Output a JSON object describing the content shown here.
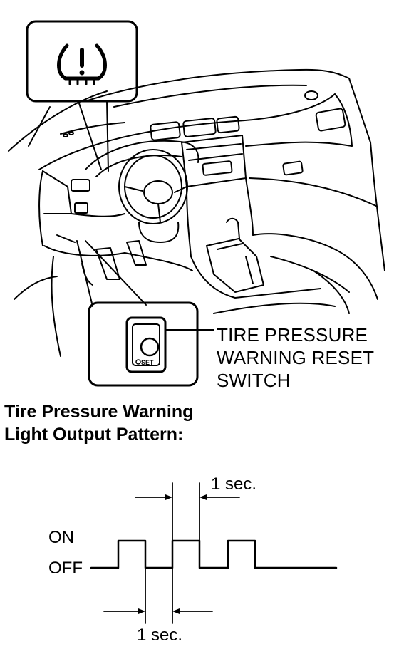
{
  "callout": {
    "switch_label_lines": [
      "TIRE PRESSURE",
      "WARNING RESET",
      "SWITCH"
    ]
  },
  "switch": {
    "set_text": "SET"
  },
  "heading": {
    "lines": [
      "Tire Pressure Warning",
      "Light Output Pattern:"
    ]
  },
  "waveform": {
    "on_label": "ON",
    "off_label": "OFF",
    "top_interval_label": "1 sec.",
    "bottom_interval_label": "1 sec.",
    "pattern": [
      "OFF",
      "ON",
      "OFF",
      "ON",
      "OFF",
      "ON",
      "OFF"
    ],
    "pulse_duration_sec": 1
  }
}
